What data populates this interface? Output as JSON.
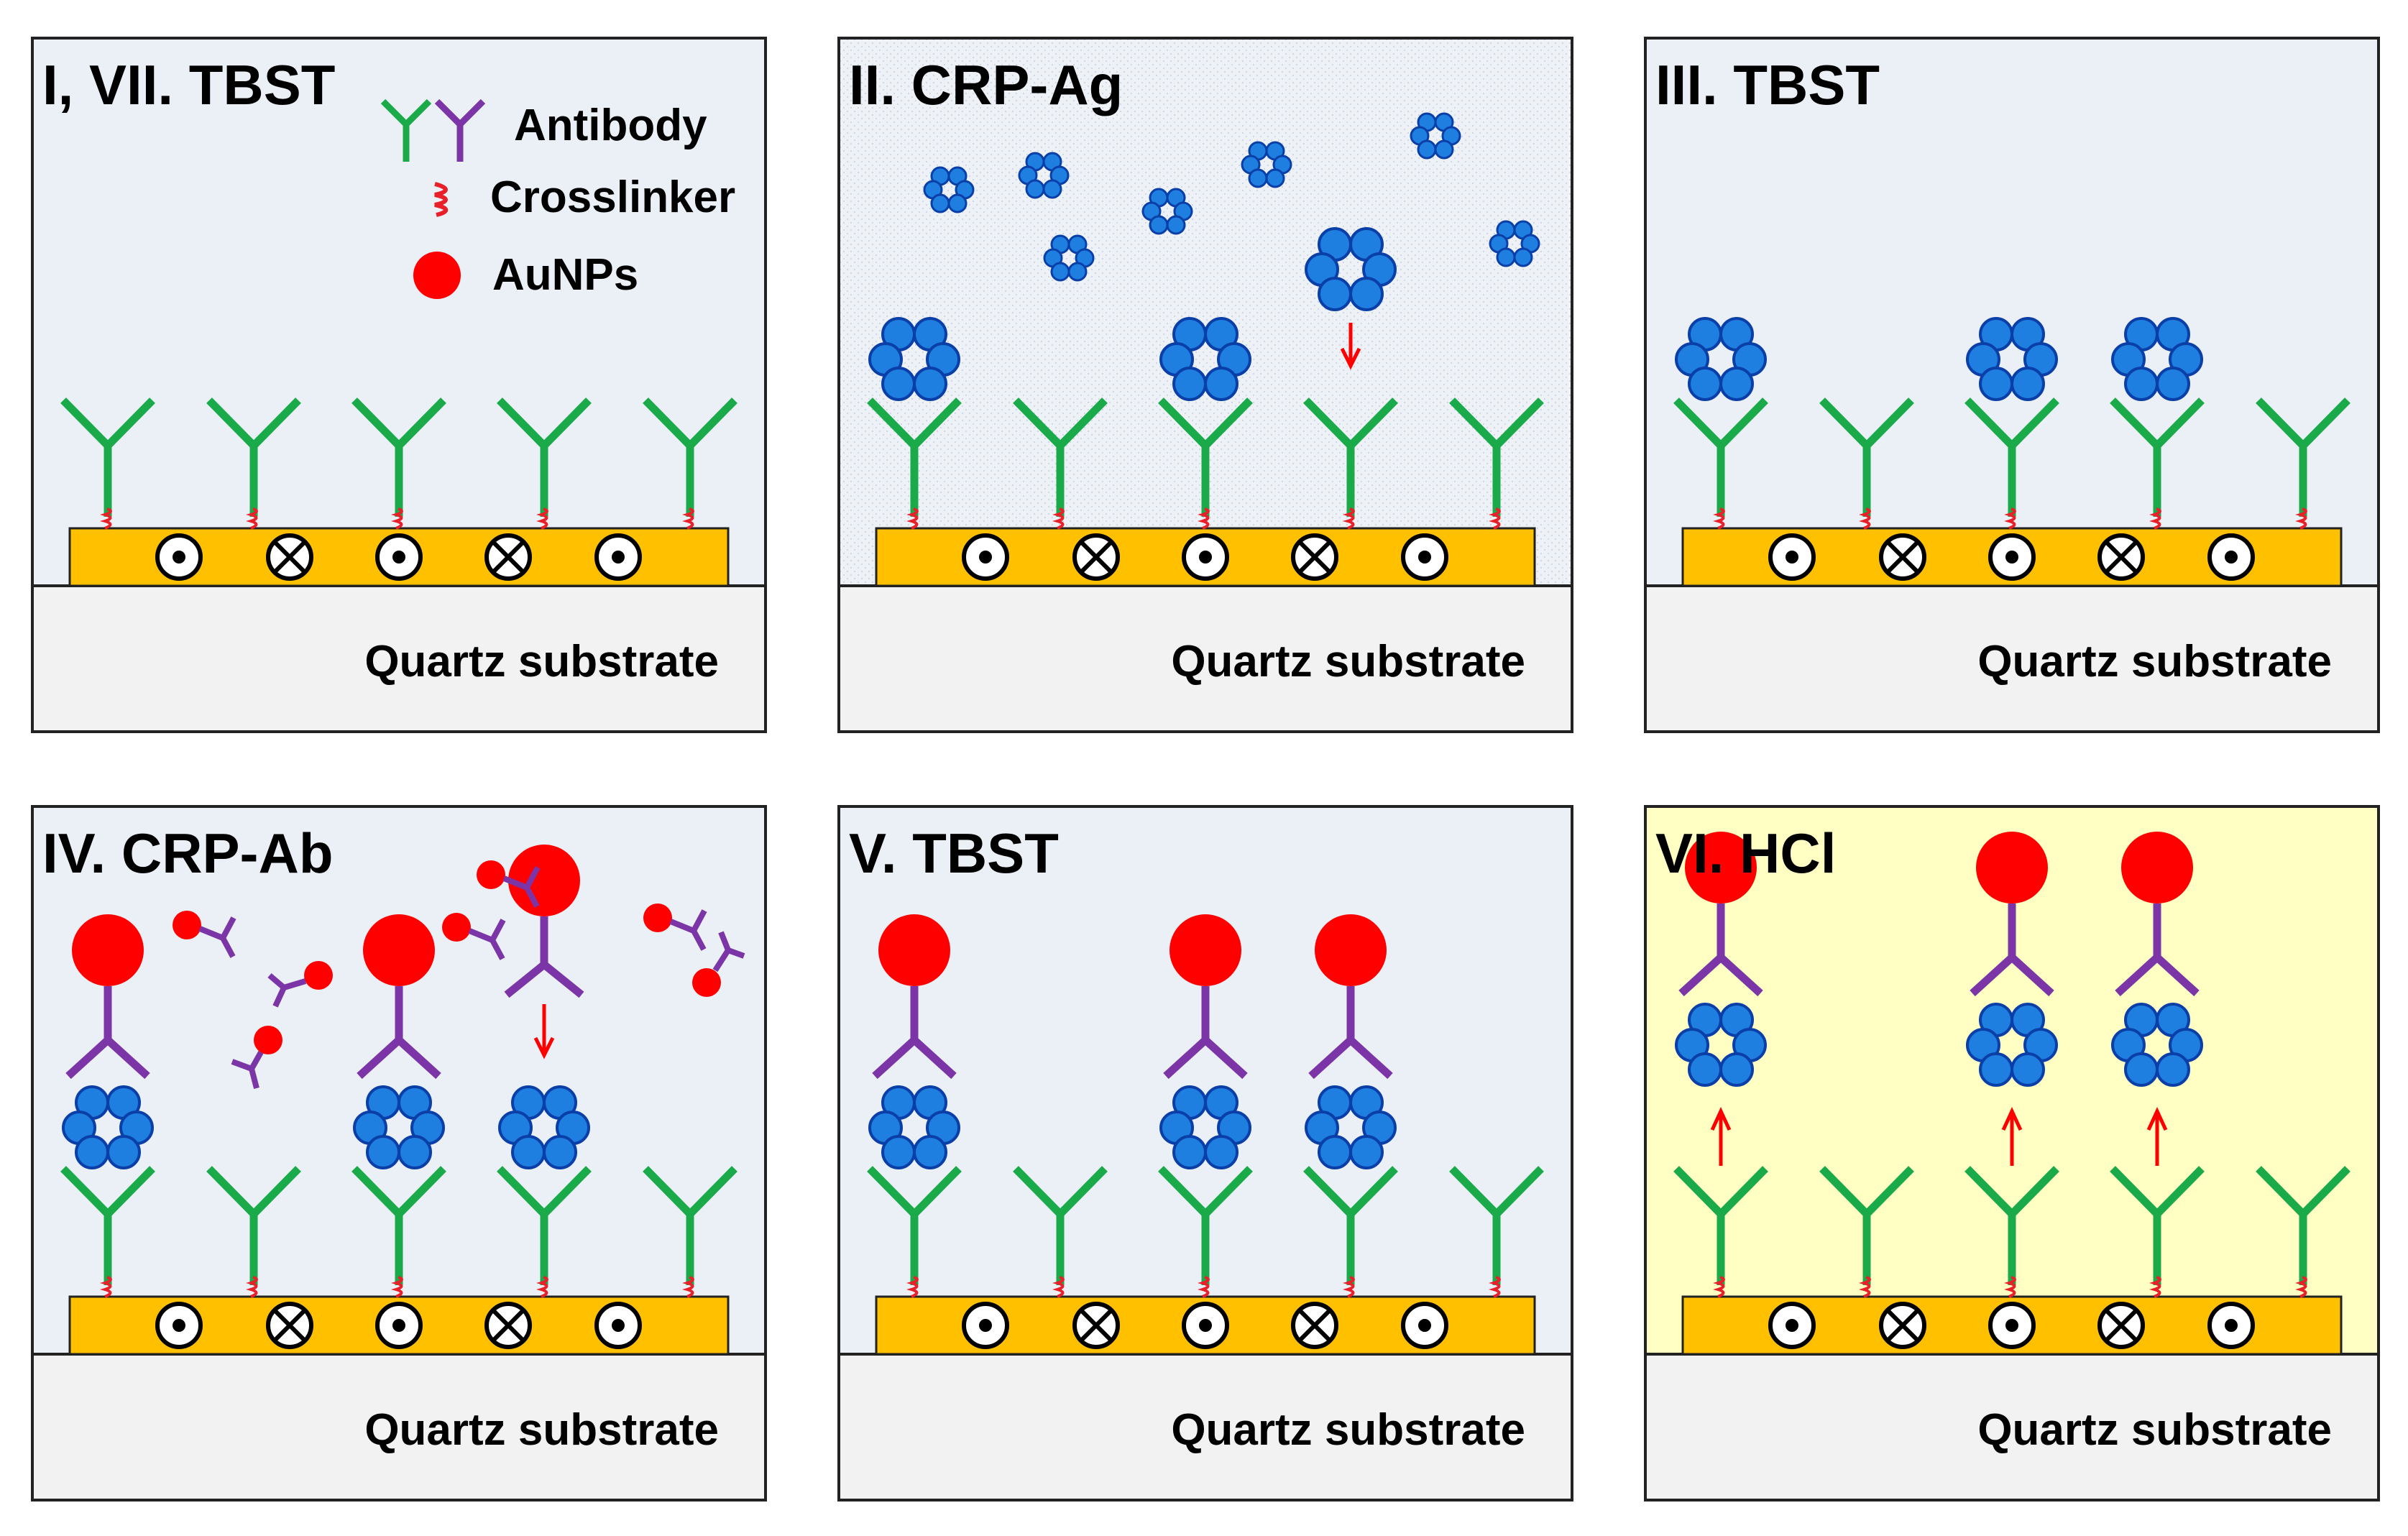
{
  "panels": [
    {
      "id": "p1",
      "title": "I, VII. TBST",
      "bg": "#ebf0f6",
      "substrate_label": "Quartz substrate"
    },
    {
      "id": "p2",
      "title": "II. CRP-Ag",
      "bg": "#eef2f7",
      "substrate_label": "Quartz substrate"
    },
    {
      "id": "p3",
      "title": "III. TBST",
      "bg": "#ebf0f6",
      "substrate_label": "Quartz substrate"
    },
    {
      "id": "p4",
      "title": "IV. CRP-Ab",
      "bg": "#ebf0f6",
      "substrate_label": "Quartz substrate"
    },
    {
      "id": "p5",
      "title": "V. TBST",
      "bg": "#ebf0f6",
      "substrate_label": "Quartz substrate"
    },
    {
      "id": "p6",
      "title": "VI. HCl",
      "bg": "#ffffc4",
      "substrate_label": "Quartz substrate"
    }
  ],
  "legend": {
    "antibody": "Antibody",
    "crosslinker": "Crosslinker",
    "aunps": "AuNPs"
  },
  "colors": {
    "capture_antibody": "#1aaa4a",
    "detection_antibody": "#7c35a6",
    "crosslinker": "#e8202a",
    "aunp": "#ff0000",
    "antigen": "#1f7fe0",
    "gold_layer": "#ffc000",
    "quartz": "#f2f2f2",
    "arrow": "#ff0000"
  },
  "icons": {
    "field_out": "dot-in-circle-icon",
    "field_in": "cross-in-circle-icon"
  }
}
